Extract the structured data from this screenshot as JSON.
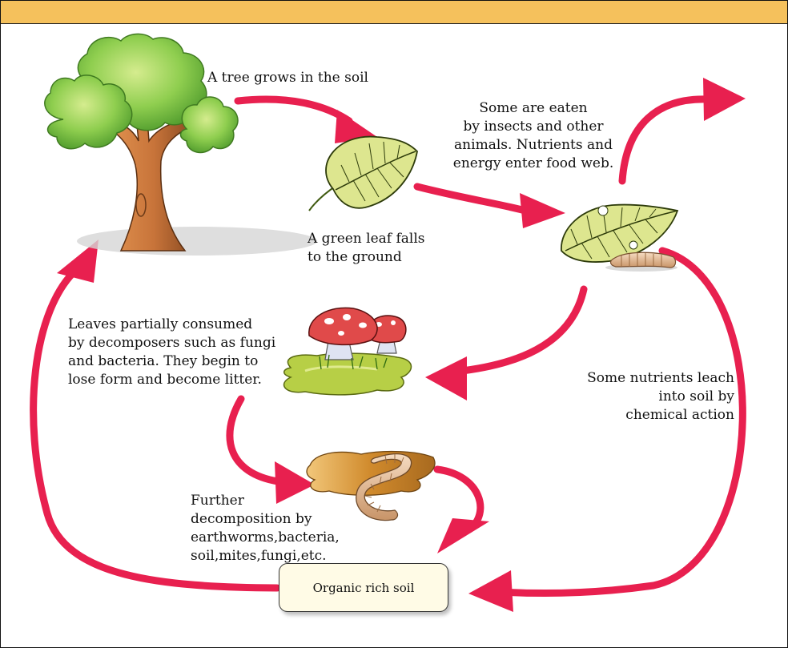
{
  "labels": {
    "tree_grows": "A tree grows in the soil",
    "eaten": [
      "Some are eaten",
      "by insects and other",
      "animals. Nutrients and",
      "energy enter food web."
    ],
    "leaf_falls": [
      "A green leaf falls",
      "to the ground"
    ],
    "consumed": [
      "Leaves partially consumed",
      "by decomposers such as fungi",
      "and bacteria. They begin to",
      "lose form and become litter."
    ],
    "leach": [
      "Some nutrients leach",
      "into soil by",
      "chemical action"
    ],
    "further": [
      "Further",
      "decomposition by",
      "earthworms,bacteria,",
      "soil,mites,fungi,etc."
    ],
    "soil_box": "Organic rich soil"
  },
  "colors": {
    "header_bar": "#f5c15c",
    "arrow": "#e8204f",
    "tree_canopy": "#7cc242",
    "tree_trunk": "#c87a3a",
    "leaf": "#d9e68a",
    "mushroom_cap": "#e04a4a",
    "mushroom_stem": "#dfe3f2",
    "litter_pool": "#b6cf45",
    "soil_stain": "#d89a38",
    "worm": "#e0b48a"
  },
  "icons": [
    "tree-icon",
    "green-leaf-icon",
    "eaten-leaf-icon",
    "caterpillar-icon",
    "mushroom-icon",
    "earthworm-icon"
  ]
}
